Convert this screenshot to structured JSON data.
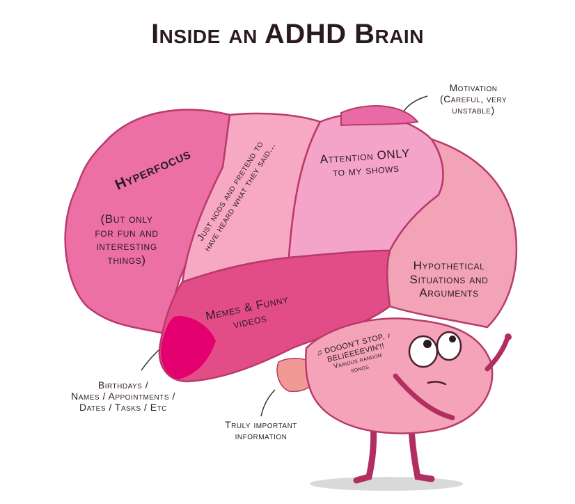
{
  "title": "Inside an ADHD Brain",
  "regions": {
    "hyperfocus": "Hyperfocus",
    "hyperfocus_note": [
      "(But only",
      "for fun and",
      "interesting",
      "things)"
    ],
    "nods": [
      "Just nods and pretend to",
      "have heard what they said..."
    ],
    "attention": [
      "Attention ONLY",
      "to my shows"
    ],
    "hypothetical": [
      "Hypothetical",
      "Situations and",
      "Arguments"
    ],
    "memes": [
      "Memes & Funny",
      "videos"
    ],
    "songs": [
      "DOOON'T STOP,",
      "BELIEEEEVIN'!!",
      "Various random",
      "songs"
    ]
  },
  "annotations": {
    "motivation": [
      "Motivation",
      "(Careful, very",
      "unstable)"
    ],
    "birthdays": [
      "Birthdays /",
      "Names / Appointments /",
      "Dates / Tasks / Etc"
    ],
    "important": [
      "Truly important",
      "information"
    ]
  },
  "colors": {
    "frontal": "#ec6fa6",
    "parietal_stripe": "#f7a8c2",
    "attention": "#f4a3c9",
    "occipital": "#f3a3b6",
    "temporal": "#e34d87",
    "hotspot": "#e5006f",
    "cerebellum": "#f4a3b8",
    "brainstem": "#ee8fb0",
    "outline": "#b83a6a"
  }
}
